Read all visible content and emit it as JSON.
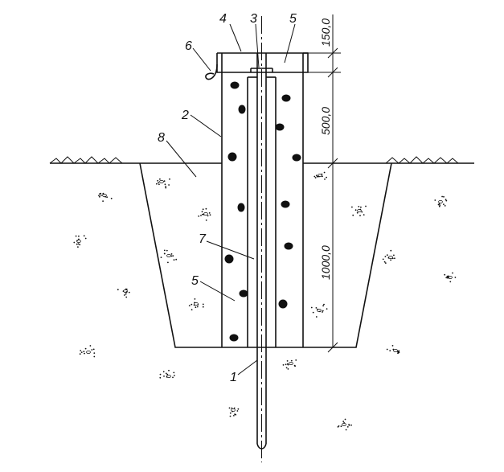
{
  "labels": {
    "l1": "1",
    "l2": "2",
    "l3": "3",
    "l4": "4",
    "l5a": "5",
    "l5b": "5",
    "l6": "6",
    "l7": "7",
    "l8": "8"
  },
  "dimensions": {
    "d150": "150,0",
    "d500": "500,0",
    "d1000": "1000,0"
  }
}
